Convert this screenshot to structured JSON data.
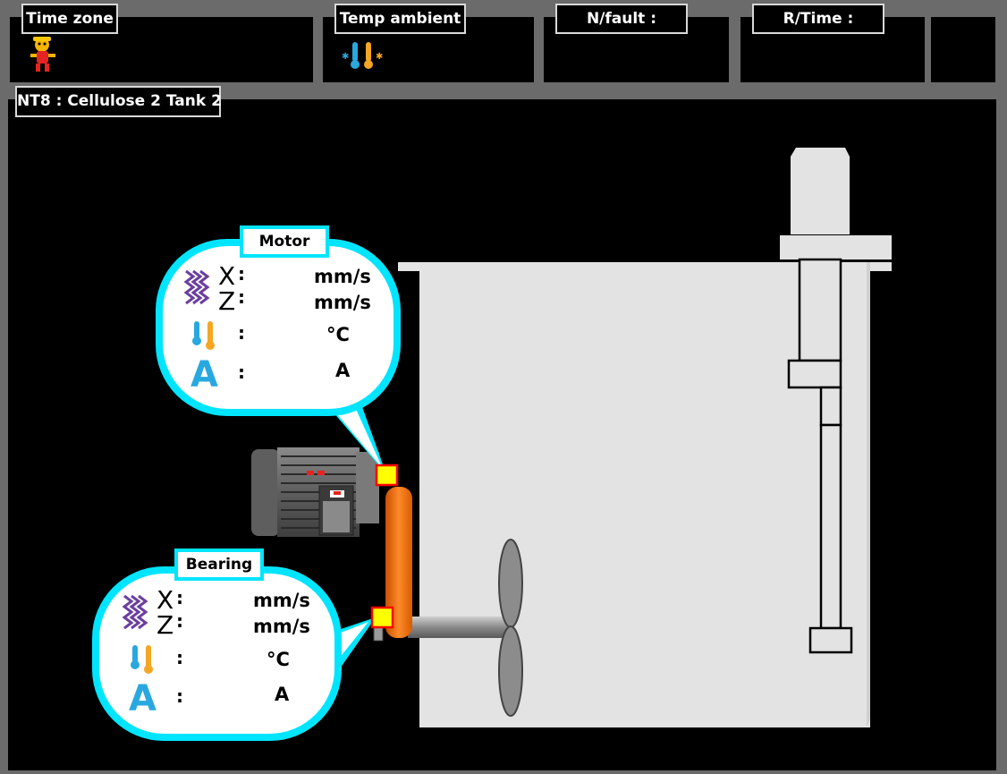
{
  "header": {
    "time_zone_label": "Time zone",
    "temp_ambient_label": "Temp ambient",
    "n_fault_label": "N/fault :",
    "r_time_label": "R/Time :"
  },
  "main": {
    "title": "NT8 : Cellulose 2 Tank 2"
  },
  "motor_panel": {
    "title": "Motor",
    "vib_x_axis": "X",
    "vib_z_axis": "Z",
    "colon": ":",
    "vib_unit": "mm/s",
    "temp_unit": "°C",
    "current_unit": "A",
    "current_symbol": "A"
  },
  "bearing_panel": {
    "title": "Bearing",
    "vib_x_axis": "X",
    "vib_z_axis": "Z",
    "colon": ":",
    "vib_unit": "mm/s",
    "temp_unit": "°C",
    "current_unit": "A",
    "current_symbol": "A"
  },
  "colors": {
    "bubble_border": "#00e5ff",
    "sensor_marker": "#ffff00",
    "sensor_border": "#ff0000",
    "pulley": "#f97a1a",
    "tank": "#e3e3e3"
  },
  "icons": {
    "time_zone": "worker-mascot-icon",
    "temp_ambient": "thermometer-icon",
    "vibration": "vibration-icon",
    "current": "current-a-icon"
  }
}
